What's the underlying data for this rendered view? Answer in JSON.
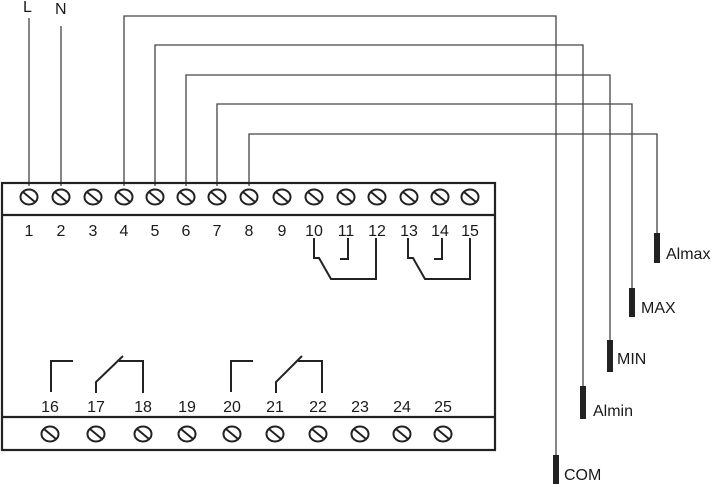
{
  "supply": {
    "l_label": "L",
    "n_label": "N"
  },
  "top_terminals": [
    "1",
    "2",
    "3",
    "4",
    "5",
    "6",
    "7",
    "8",
    "9",
    "10",
    "11",
    "12",
    "13",
    "14",
    "15"
  ],
  "bottom_terminals": [
    "16",
    "17",
    "18",
    "19",
    "20",
    "21",
    "22",
    "23",
    "24",
    "25"
  ],
  "probes": {
    "com": "COM",
    "almin": "Almin",
    "min": "MIN",
    "max": "MAX",
    "almax": "Almax"
  }
}
